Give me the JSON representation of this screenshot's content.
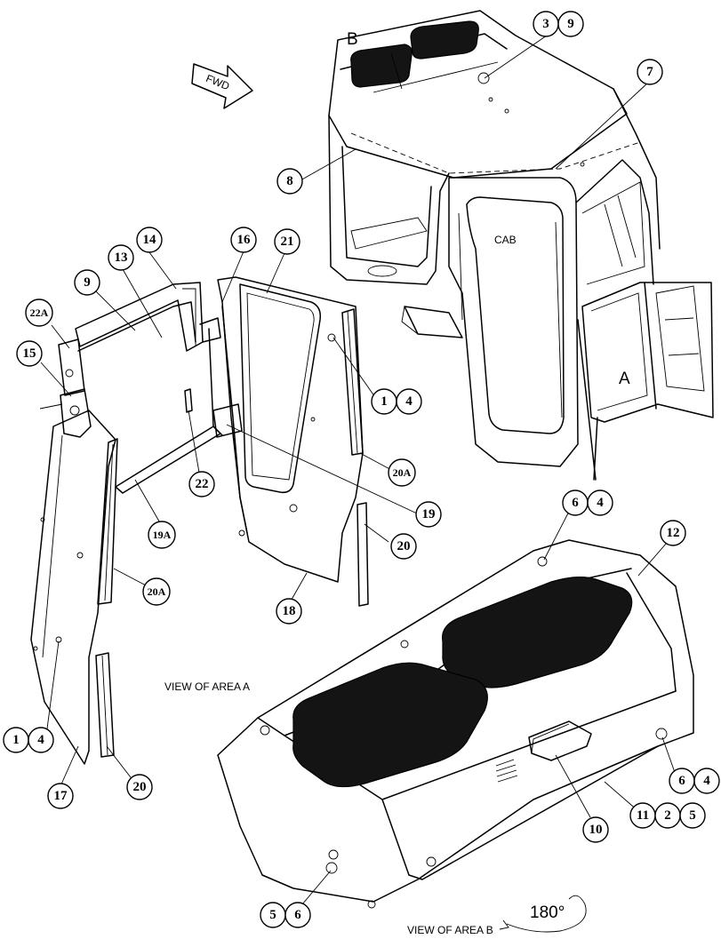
{
  "labels": {
    "fwd": "FWD",
    "cab": "CAB",
    "view_a": "VIEW OF AREA A",
    "view_b": "VIEW OF AREA B",
    "area_a": "A",
    "area_b": "B",
    "rotation": "180°"
  },
  "callouts": {
    "c3": "3",
    "c9_top": "9",
    "c7": "7",
    "c8": "8",
    "c14": "14",
    "c9": "9",
    "c13": "13",
    "c22a": "22A",
    "c15": "15",
    "c16": "16",
    "c21": "21",
    "c1_mid": "1",
    "c4_mid": "4",
    "c20a_r": "20A",
    "c22": "22",
    "c19": "19",
    "c19a": "19A",
    "c20_mid": "20",
    "c20a_l": "20A",
    "c18": "18",
    "c1_low": "1",
    "c4_low": "4",
    "c17": "17",
    "c20_low": "20",
    "c6_top": "6",
    "c4_top": "4",
    "c12": "12",
    "c6_r": "6",
    "c4_r": "4",
    "c10": "10",
    "c11": "11",
    "c2": "2",
    "c5_r": "5",
    "c5_b": "5",
    "c6_b": "6"
  }
}
